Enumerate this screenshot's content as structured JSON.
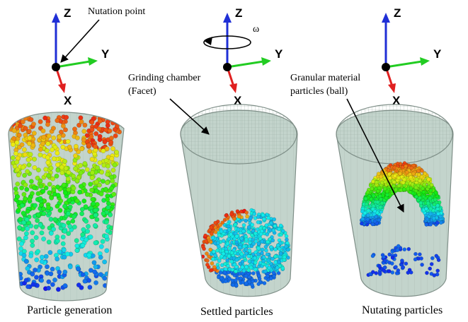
{
  "axis_labels": {
    "z": "Z",
    "y": "Y",
    "x": "X"
  },
  "rotation_symbol": "ω",
  "annotations": {
    "nutation_point": "Nutation point",
    "grinding_chamber_line1": "Grinding chamber",
    "grinding_chamber_line2": "(Facet)",
    "granular_line1": "Granular material",
    "granular_line2": "particles (ball)"
  },
  "captions": {
    "left": "Particle generation",
    "middle": "Settled particles",
    "right": "Nutating particles"
  },
  "colors": {
    "axis_z": "#1f2fd6",
    "axis_y": "#22cc22",
    "axis_x": "#e02020",
    "chamber_fill": "#bccfc6",
    "chamber_edge": "#7f8f88"
  }
}
